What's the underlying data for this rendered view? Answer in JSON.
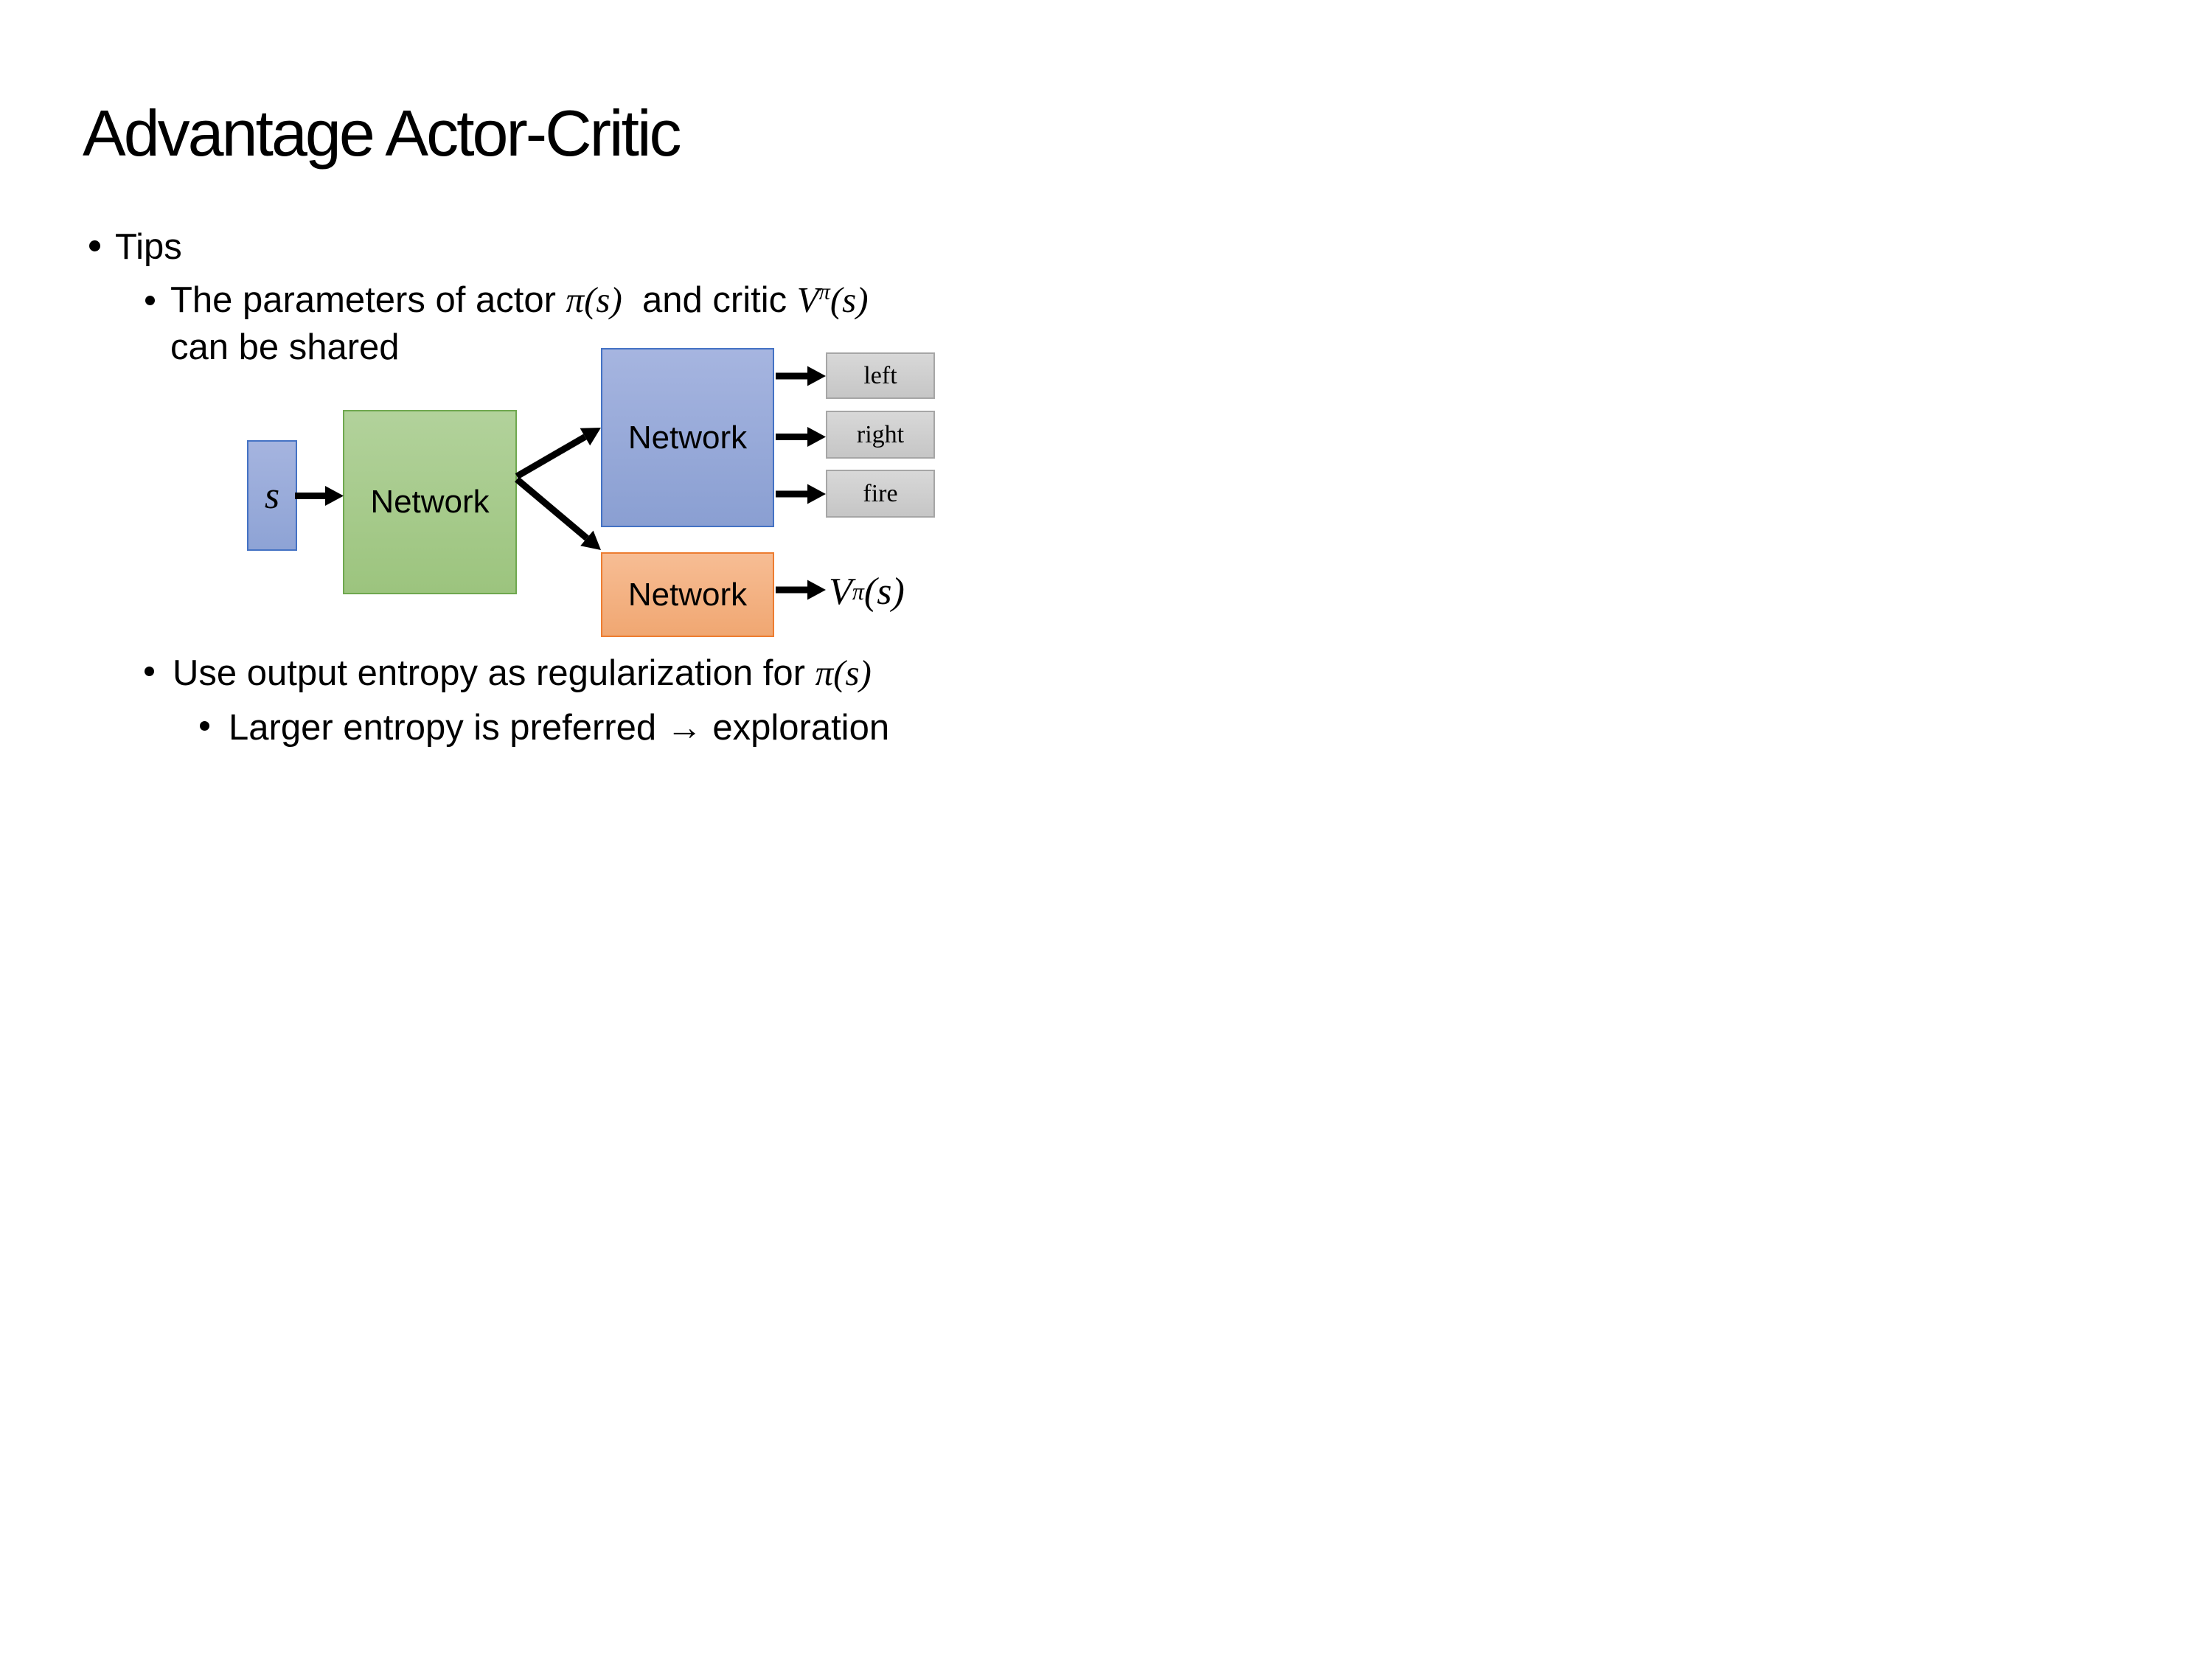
{
  "slide": {
    "title": "Advantage Actor-Critic"
  },
  "bullets": {
    "tips": "Tips",
    "param": {
      "t1": "The parameters of actor ",
      "m1": "π(s)",
      "t2": "  and critic ",
      "v_base": "V",
      "v_sup": "π",
      "v_args": "(s)",
      "line2": "can be shared"
    },
    "entropy": {
      "t1": "Use output entropy as regularization for ",
      "m1": "π(s)"
    },
    "exploration": "Larger entropy is preferred → exploration"
  },
  "diagram": {
    "state_label": "s",
    "shared_network_label": "Network",
    "actor_network_label": "Network",
    "critic_network_label": "Network",
    "actions": [
      "left",
      "right",
      "fire"
    ],
    "value": {
      "base": "V",
      "sup": "π",
      "args": "(s)"
    },
    "colors": {
      "state_fill": "#96a9d9",
      "network_blue_fill": "#9cb0dc",
      "network_blue_border": "#4472c4",
      "shared_fill": "#a9cd92",
      "shared_border": "#6fa84f",
      "critic_fill": "#f4b183",
      "critic_border": "#ed7d31",
      "action_fill": "#d2d2d2",
      "action_border": "#a6a6a6",
      "text": "#000000",
      "arrow": "#000000"
    }
  }
}
